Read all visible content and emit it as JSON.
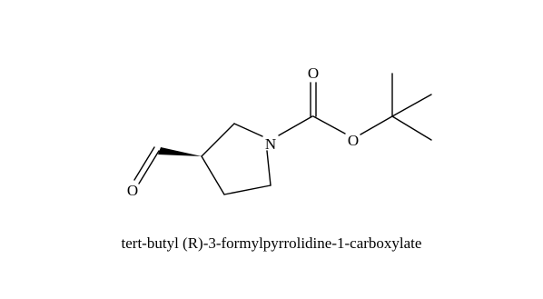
{
  "molecule": {
    "name": "tert-butyl (R)-3-formylpyrrolidine-1-carboxylate",
    "atom_labels": {
      "nitrogen": "N",
      "carbonyl_oxygen": "O",
      "ester_oxygen": "O",
      "aldehyde_oxygen": "O"
    }
  }
}
